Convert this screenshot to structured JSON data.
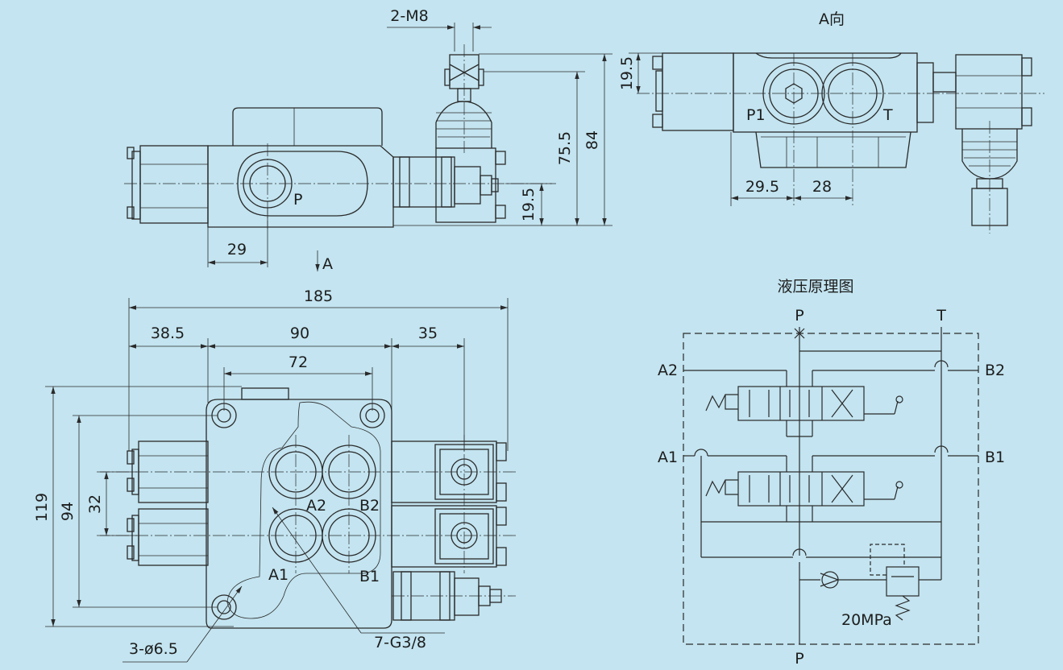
{
  "views": {
    "side": {
      "thread_label": "2-M8",
      "port_p": "P",
      "dim_75_5": "75.5",
      "dim_84": "84",
      "dim_19_5": "19.5",
      "dim_29": "29",
      "view_arrow": "A"
    },
    "end": {
      "title": "A向",
      "port_p1": "P1",
      "port_t": "T",
      "dim_19_5": "19.5",
      "dim_29_5": "29.5",
      "dim_28": "28"
    },
    "front": {
      "dim_185": "185",
      "dim_38_5": "38.5",
      "dim_90": "90",
      "dim_35": "35",
      "dim_72": "72",
      "dim_119": "119",
      "dim_94": "94",
      "dim_32": "32",
      "port_a1": "A1",
      "port_a2": "A2",
      "port_b1": "B1",
      "port_b2": "B2",
      "mount_holes": "3-ø6.5",
      "port_thread": "7-G3/8"
    }
  },
  "schematic": {
    "title": "液压原理图",
    "p_top": "P",
    "t_top": "T",
    "p_bottom": "P",
    "a1": "A1",
    "a2": "A2",
    "b1": "B1",
    "b2": "B2",
    "relief_pressure": "20MPa"
  }
}
